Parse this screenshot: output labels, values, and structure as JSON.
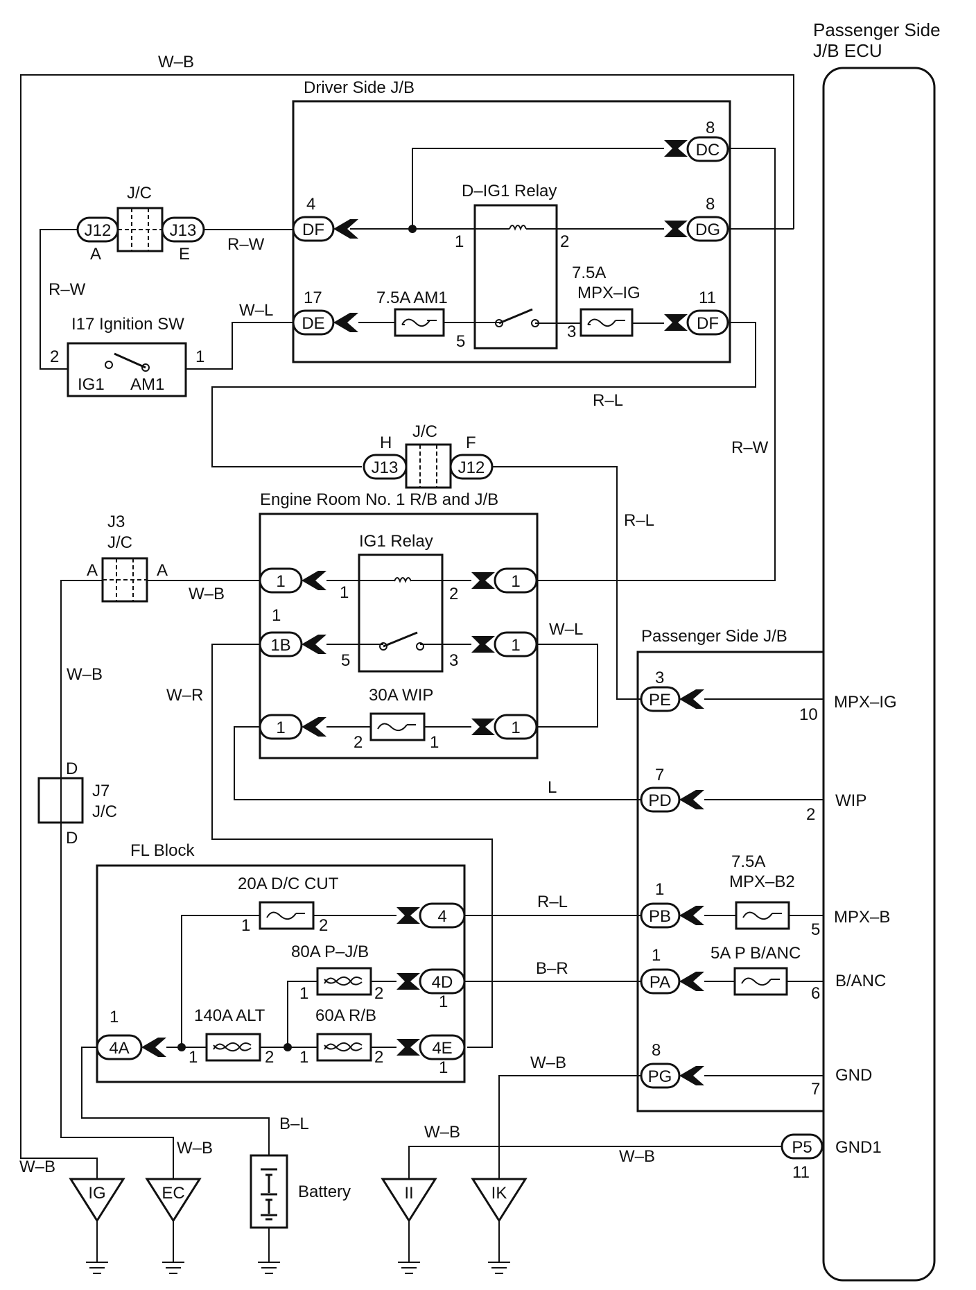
{
  "ecu": {
    "title_line1": "Passenger Side",
    "title_line2": "J/B ECU"
  },
  "driver_jb": {
    "title": "Driver Side J/B",
    "relay": "D–IG1 Relay",
    "fuse_am1": "7.5A AM1",
    "fuse_mpx_amp": "7.5A",
    "fuse_mpx_name": "MPX–IG",
    "pin_1": "1",
    "pin_2": "2",
    "pin_5": "5",
    "pin_3": "3",
    "dc_num": "8",
    "dc": "DC",
    "dg_num": "8",
    "dg": "DG",
    "df_left_num": "4",
    "df_left": "DF",
    "de_num": "17",
    "de": "DE",
    "df_right_num": "11",
    "df_right": "DF"
  },
  "jc_top": {
    "title": "J/C",
    "left": "J12",
    "right": "J13",
    "left_pin": "A",
    "right_pin": "E"
  },
  "ignition": {
    "title": "I17 Ignition SW",
    "pin_left": "2",
    "pin_right": "1",
    "ig1": "IG1",
    "am1": "AM1"
  },
  "jc_mid": {
    "title": "J/C",
    "left": "J13",
    "right": "J12",
    "left_pin": "H",
    "right_pin": "F"
  },
  "engine_rb": {
    "title": "Engine Room No. 1 R/B and J/B",
    "relay": "IG1 Relay",
    "fuse_wip": "30A WIP",
    "c1": "1",
    "c1b_num": "1",
    "c1b": "1B",
    "r_pin1": "1",
    "r_pin2": "2",
    "r_pin5": "5",
    "r_pin3": "3",
    "f_pin2": "2",
    "f_pin1": "1"
  },
  "j3": {
    "title1": "J3",
    "title2": "J/C",
    "left": "A",
    "right": "A"
  },
  "j7": {
    "title1": "J7",
    "title2": "J/C",
    "top": "D",
    "bottom": "D"
  },
  "fl_block": {
    "title": "FL Block",
    "f_dc_cut": "20A D/C CUT",
    "f_pjb": "80A P–J/B",
    "f_alt": "140A ALT",
    "f_rb": "60A R/B",
    "c4": "4",
    "c4d": "4D",
    "c4e": "4E",
    "c4a": "4A",
    "c4a_num": "1",
    "c4d_num": "1",
    "c4e_num": "1",
    "p1": "1",
    "p2": "2"
  },
  "pass_jb": {
    "title": "Passenger Side J/B",
    "pe_num": "3",
    "pe": "PE",
    "pd_num": "7",
    "pd": "PD",
    "pb_num": "1",
    "pb": "PB",
    "pa_num": "1",
    "pa": "PA",
    "pg_num": "8",
    "pg": "PG",
    "fuse_b2_amp": "7.5A",
    "fuse_b2_name": "MPX–B2",
    "fuse_anc": "5A P B/ANC"
  },
  "ecu_pins": {
    "mpx_ig": "MPX–IG",
    "mpx_ig_num": "10",
    "wip": "WIP",
    "wip_num": "2",
    "mpx_b": "MPX–B",
    "mpx_b_num": "5",
    "b_anc": "B/ANC",
    "b_anc_num": "6",
    "gnd": "GND",
    "gnd_num": "7",
    "gnd1": "GND1",
    "p5": "P5",
    "p5_num": "11"
  },
  "wires": {
    "wb_top": "W–B",
    "rw_1": "R–W",
    "rw_2": "R–W",
    "wl_1": "W–L",
    "rl_1": "R–L",
    "rw_right": "R–W",
    "rl_2": "R–L",
    "wb_j3": "W–B",
    "wl_2": "W–L",
    "wb_left": "W–B",
    "wr": "W–R",
    "l": "L",
    "rl_3": "R–L",
    "br": "B–R",
    "wb_pg": "W–B",
    "wb_ii": "W–B",
    "wb_gnd1": "W–B",
    "bl": "B–L",
    "wb_ec": "W–B",
    "wb_ig": "W–B"
  },
  "grounds": {
    "ig": "IG",
    "ec": "EC",
    "ii": "II",
    "ik": "IK"
  },
  "battery": "Battery"
}
